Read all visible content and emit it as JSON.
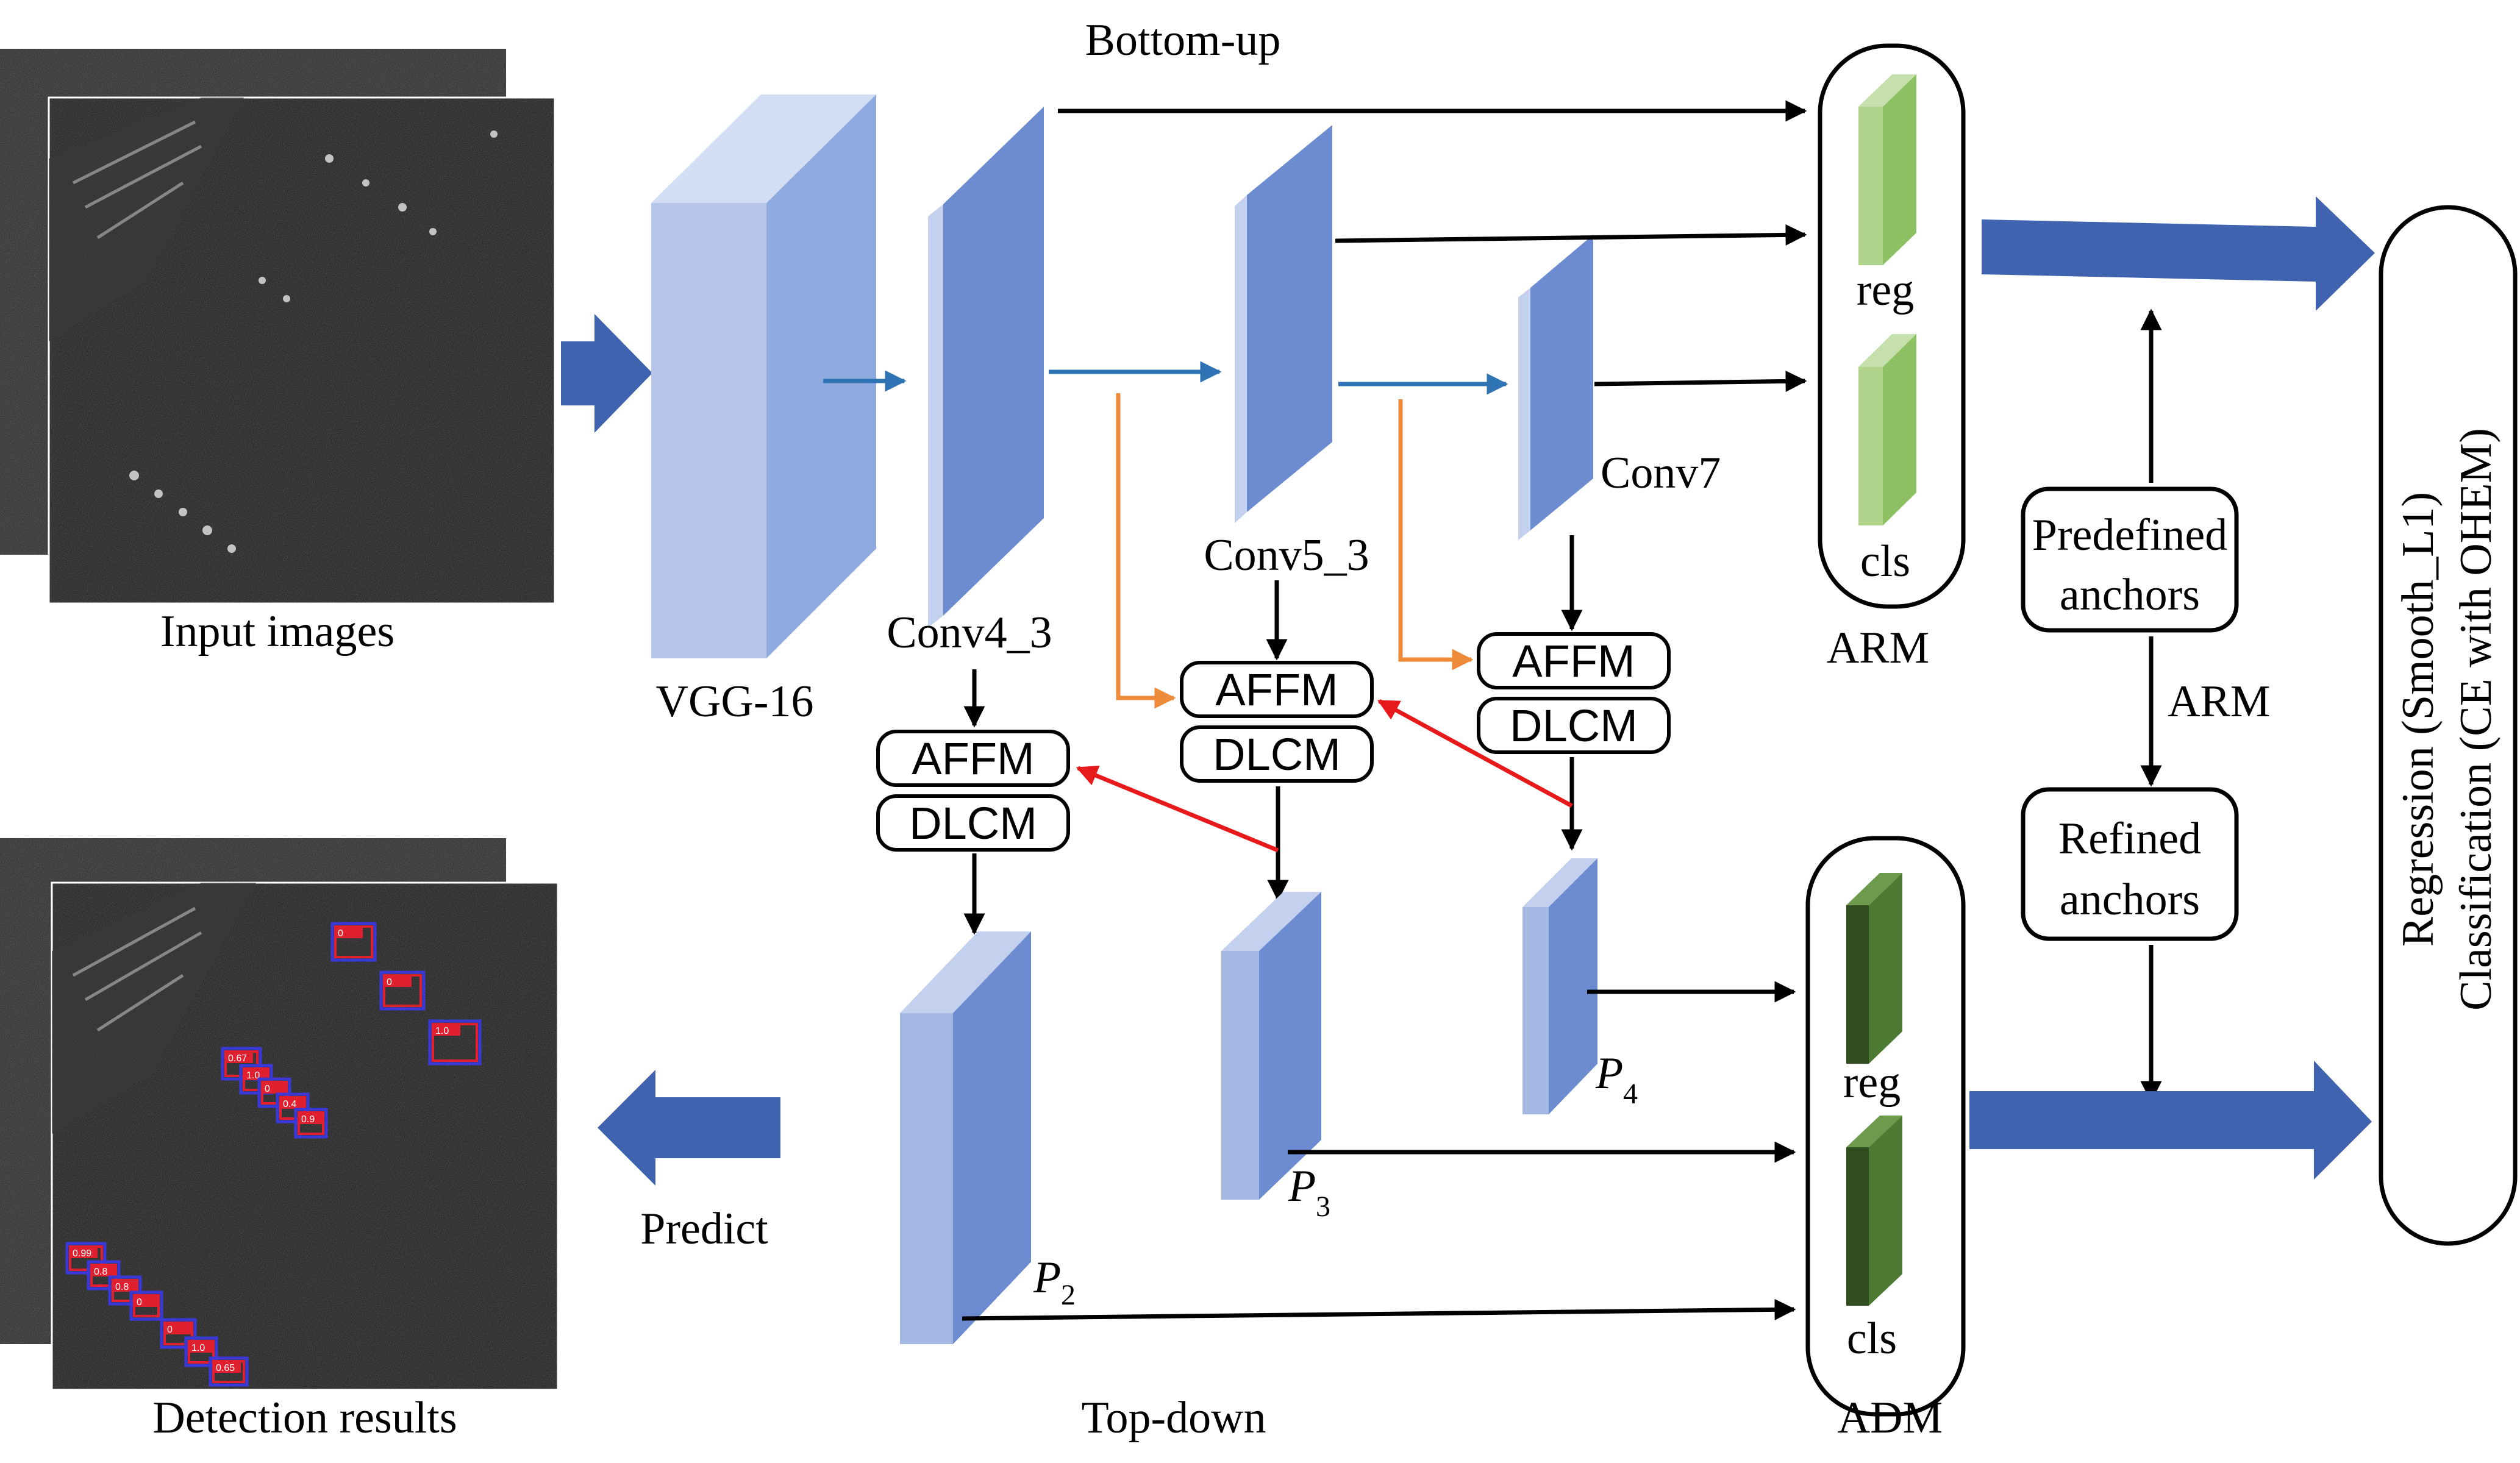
{
  "labels": {
    "bottom_up": "Bottom-up",
    "top_down": "Top-down",
    "input_images": "Input images",
    "detection_results": "Detection results",
    "vgg": "VGG-16",
    "conv4": "Conv4_3",
    "conv5": "Conv5_3",
    "conv7": "Conv7",
    "predict": "Predict",
    "arm": "ARM",
    "adm": "ADM",
    "arm_mid": "ARM",
    "reg": "reg",
    "cls": "cls",
    "affm": "AFFM",
    "dlcm": "DLCM",
    "predefined_1": "Predefined",
    "predefined_2": "anchors",
    "refined_1": "Refined",
    "refined_2": "anchors",
    "loss_1": "Regression (Smooth_L1)",
    "loss_2": "Classification (CE with OHEM)",
    "p_letter": "P",
    "p2_sub": "2",
    "p3_sub": "3",
    "p4_sub": "4"
  },
  "detection_scores": [
    "0",
    "0",
    "1.0",
    "0.67",
    "1.0",
    "0",
    "0.4",
    "0.9",
    "0.99",
    "0.8",
    "0.8",
    "0",
    "0",
    "1.0",
    "0.65"
  ],
  "colors": {
    "feature_dark": "#6c8bd0",
    "feature_light": "#a4b8e4",
    "feature_top": "#c3d0ee",
    "vgg_front": "#b6c6e8",
    "vgg_side": "#8faadf",
    "vgg_top": "#d3ddf3",
    "big_arrow": "#3f63ae",
    "small_arrow_blue": "#2e74b5",
    "orange": "#ed8b3a",
    "red": "#e8191a",
    "green_light": "#8cc063",
    "green_dark": "#2f4d1f",
    "box_red": "#e0202f",
    "box_blue": "#3a39d8"
  }
}
